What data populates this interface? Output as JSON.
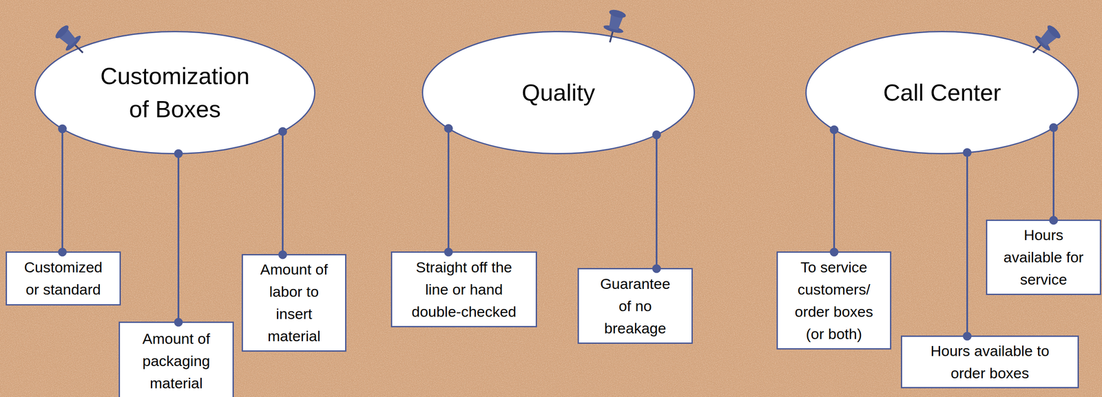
{
  "diagram": {
    "nodes": [
      {
        "text": [
          "Customization of Boxes"
        ]
      },
      {
        "text": [
          "Customized or standard"
        ]
      },
      {
        "text": [
          "Amount of packaging material"
        ]
      },
      {
        "text": [
          "Amount of labor to insert material"
        ]
      },
      {
        "text": [
          "Quality"
        ]
      },
      {
        "text": [
          "Straight off the line or hand double-checked"
        ]
      },
      {
        "text": [
          "Guarantee of no breakage"
        ]
      },
      {
        "text": [
          "Call Center"
        ]
      },
      {
        "text": [
          "To service customers/ order boxes (or both)"
        ]
      },
      {
        "text": [
          "Hours available to order boxes"
        ]
      },
      {
        "text": [
          "Hours available for service"
        ]
      }
    ],
    "edges": [
      {
        "from": 0,
        "to": 1,
        "arrow": "none"
      },
      {
        "from": 0,
        "to": 2,
        "arrow": "none"
      },
      {
        "from": 0,
        "to": 3,
        "arrow": "none"
      },
      {
        "from": 4,
        "to": 5,
        "arrow": "none"
      },
      {
        "from": 4,
        "to": 6,
        "arrow": "none"
      },
      {
        "from": 7,
        "to": 8,
        "arrow": "none"
      },
      {
        "from": 7,
        "to": 9,
        "arrow": "none"
      },
      {
        "from": 7,
        "to": 10,
        "arrow": "none"
      }
    ]
  }
}
